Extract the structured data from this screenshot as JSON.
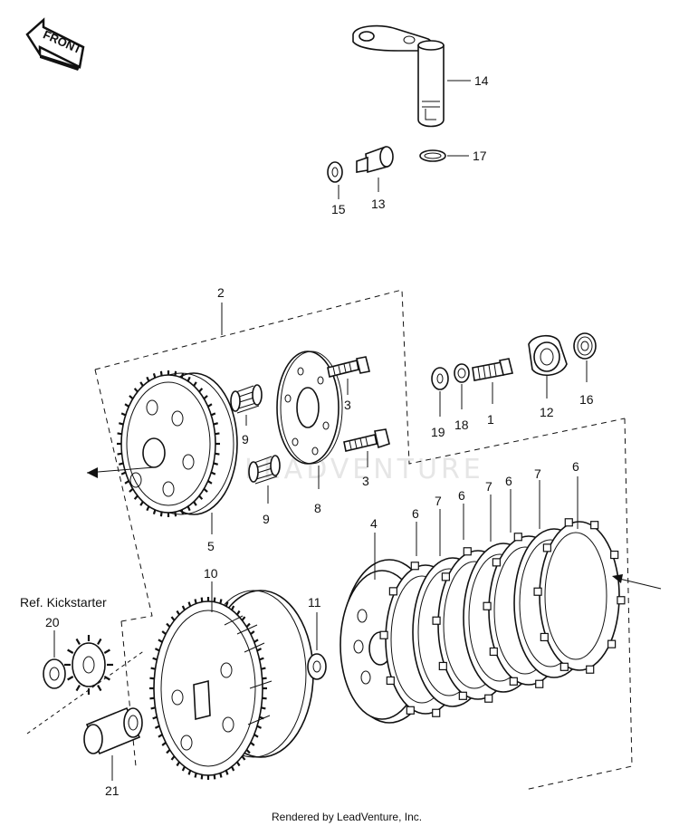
{
  "diagram": {
    "front_badge": "FRONT",
    "watermark": "LEADVENTURE",
    "ref_label": "Ref. Kickstarter",
    "footer": "Rendered by LeadVenture, Inc.",
    "callouts": {
      "c1": "1",
      "c2": "2",
      "c3a": "3",
      "c3b": "3",
      "c4": "4",
      "c5": "5",
      "c6a": "6",
      "c6b": "6",
      "c6c": "6",
      "c6d": "6",
      "c7a": "7",
      "c7b": "7",
      "c7c": "7",
      "c8": "8",
      "c9a": "9",
      "c9b": "9",
      "c10": "10",
      "c11": "11",
      "c12": "12",
      "c13": "13",
      "c14": "14",
      "c15": "15",
      "c16": "16",
      "c17": "17",
      "c18": "18",
      "c19": "19",
      "c20": "20",
      "c21": "21"
    }
  }
}
